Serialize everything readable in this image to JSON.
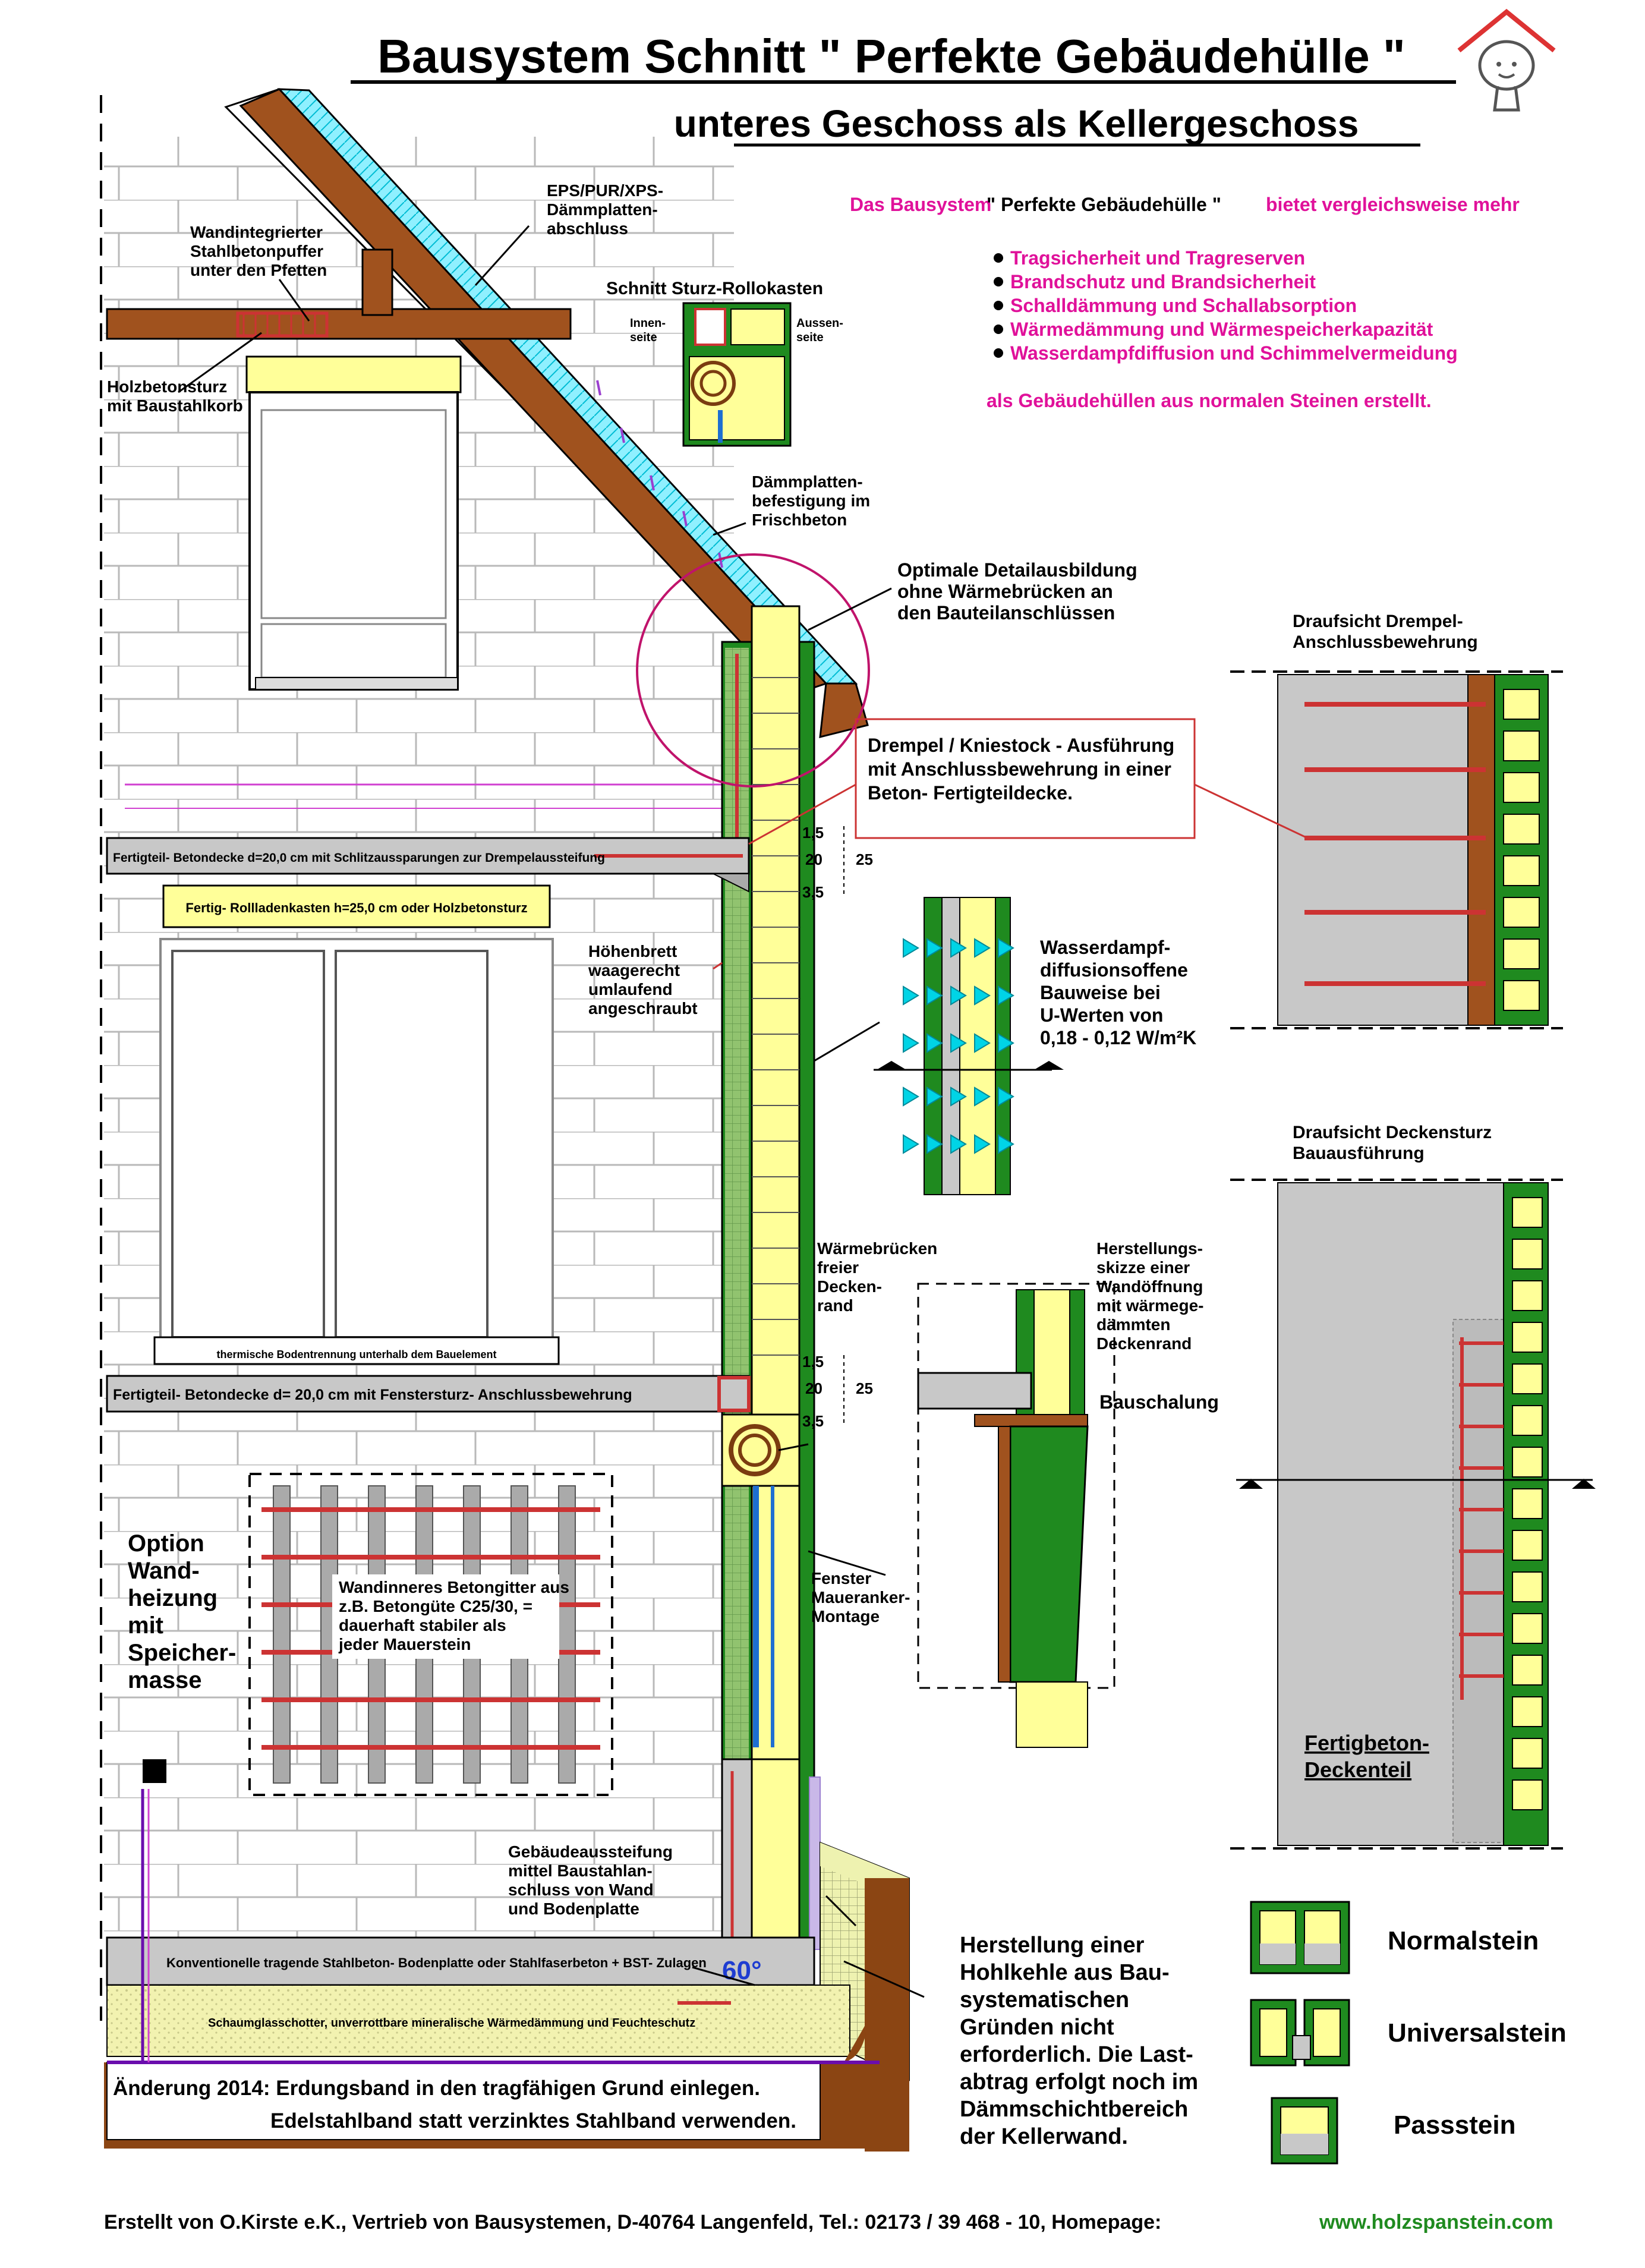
{
  "title": "Bausystem Schnitt \" Perfekte Gebäudehülle \"",
  "subtitle": "unteres Geschoss als Kellergeschoss",
  "intro": {
    "line_a": "Das Bausystem",
    "line_b": "\" Perfekte Gebäudehülle \"",
    "line_c": "bietet vergleichsweise mehr",
    "bullets": [
      "Tragsicherheit und Tragreserven",
      "Brandschutz und Brandsicherheit",
      "Schalldämmung und Schallabsorption",
      "Wärmedämmung und Wärmespeicherkapazität",
      "Wasserdampfdiffusion und Schimmelvermeidung"
    ],
    "closing": "als Gebäudehüllen aus normalen Steinen erstellt."
  },
  "labels": {
    "eps": [
      "EPS/PUR/XPS-",
      "Dämmplatten-",
      "abschluss"
    ],
    "puffer": [
      "Wandintegrierter",
      "Stahlbetonpuffer",
      "unter den Pfetten"
    ],
    "holzsturz": [
      "Holzbetonsturz",
      "mit Baustahlkorb"
    ],
    "rollo_title": "Schnitt Sturz-Rollokasten",
    "innen": [
      "Innen-",
      "seite"
    ],
    "aussen": [
      "Aussen-",
      "seite"
    ],
    "befestigung": [
      "Dämmplatten-",
      "befestigung im",
      "Frischbeton"
    ],
    "optimal": [
      "Optimale Detailausbildung",
      "ohne Wärmebrücken an",
      "den Bauteilanschlüssen"
    ],
    "drempel": [
      "Drempel / Kniestock - Ausführung",
      "mit Anschlussbewehrung in einer",
      "Beton- Fertigteildecke."
    ],
    "decke1": "Fertigteil- Betondecke d=20,0 cm mit Schlitzaussparungen zur Drempelaussteifung",
    "rollladen": "Fertig- Rollladenkasten h=25,0 cm oder Holzbetonsturz",
    "hoehenbrett": [
      "Höhenbrett",
      "waagerecht",
      "umlaufend",
      "angeschraubt"
    ],
    "dim_a": "1,5",
    "dim_b": "20",
    "dim_c": "25",
    "dim_d": "3,5",
    "wasserdampf": [
      "Wasserdampf-",
      "diffusionsoffene",
      "Bauweise bei",
      "U-Werten von",
      "0,18 - 0,12 W/m²K"
    ],
    "draufsicht1": [
      "Draufsicht Drempel-",
      "Anschlussbewehrung"
    ],
    "draufsicht2": [
      "Draufsicht Deckensturz",
      "Bauausführung"
    ],
    "waermebruecken": [
      "Wärmebrücken",
      "freier",
      "Decken-",
      "rand"
    ],
    "herstellungsskizze": [
      "Herstellungs-",
      "skizze einer",
      "Wandöffnung",
      "mit wärmege-",
      "dämmten",
      "Deckenrand"
    ],
    "bauschalung": "Bauschalung",
    "bodentrennung": "thermische Bodentrennung unterhalb dem Bauelement",
    "decke2": "Fertigteil- Betondecke d= 20,0 cm mit Fenstersturz- Anschlussbewehrung",
    "option": [
      "Option",
      "Wand-",
      "heizung",
      "mit",
      "Speicher-",
      "masse"
    ],
    "betongitter": [
      "Wandinneres Betongitter aus",
      "z.B. Betongüte  C25/30,  =",
      "dauerhaft stabiler als",
      "jeder Mauerstein"
    ],
    "fenster": [
      "Fenster",
      "Maueranker-",
      "Montage"
    ],
    "fertigbeton": [
      "Fertigbeton-",
      "Deckenteil"
    ],
    "aussteifung": [
      "Gebäudeaussteifung",
      "mittel Baustahlan-",
      "schluss von Wand",
      "und Bodenplatte"
    ],
    "bodenplatte": "Konventionelle tragende Stahlbeton- Bodenplatte oder Stahlfaserbeton + BST- Zulagen",
    "angle": "60°",
    "schaumglas": "Schaumglasschotter, unverrottbare mineralische Wärmedämmung und Feuchteschutz",
    "aenderung1": "Änderung 2014: Erdungsband in den tragfähigen Grund einlegen.",
    "aenderung2": "Edelstahlband statt verzinktes Stahlband verwenden.",
    "hohlkehle": [
      "Herstellung einer",
      "Hohlkehle aus Bau-",
      "systematischen",
      "Gründen nicht",
      "erforderlich. Die Last-",
      "abtrag erfolgt noch im",
      "Dämmschichtbereich",
      "der Kellerwand."
    ],
    "legend": [
      "Normalstein",
      "Universalstein",
      "Passstein"
    ],
    "footer": "Erstellt von O.Kirste e.K., Vertrieb von Bausystemen, D-40764 Langenfeld, Tel.: 02173 / 39 468 - 10, Homepage:",
    "homepage": "www.holzspanstein.com"
  },
  "colors": {
    "green": "#1f8a1f",
    "yellow": "#ffff99",
    "wood": "#a0521e",
    "concrete": "#c8c8c8",
    "magenta": "#e0119a",
    "cyan": "#00e5ff",
    "earth": "#8b4513",
    "gravel": "#f2f2b0"
  }
}
